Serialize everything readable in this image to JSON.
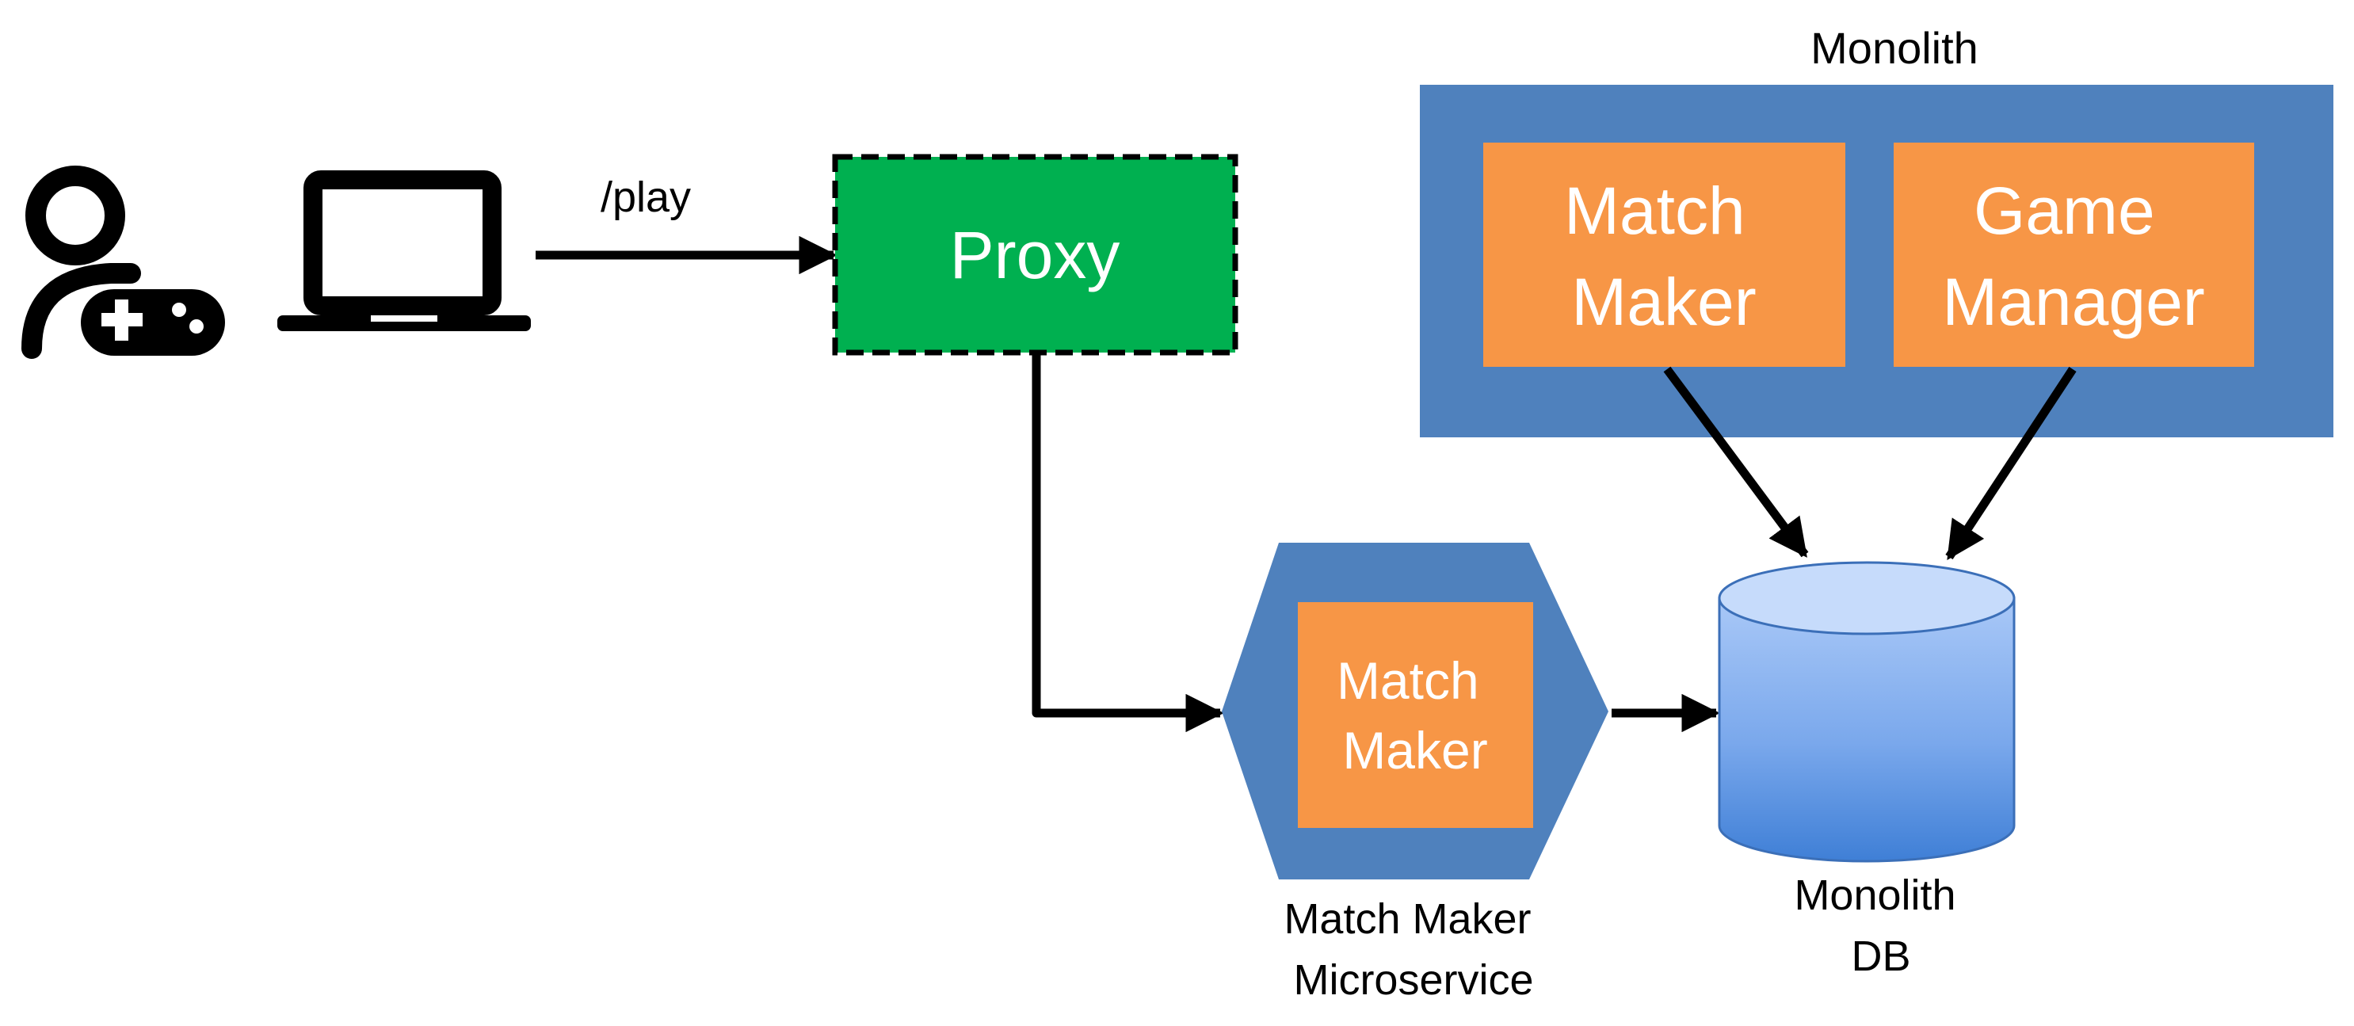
{
  "diagram": {
    "route_label": "/play",
    "proxy": {
      "label": "Proxy"
    },
    "monolith": {
      "title": "Monolith",
      "match_maker": {
        "line1": "Match",
        "line2": "Maker"
      },
      "game_manager": {
        "line1": "Game",
        "line2": "Manager"
      }
    },
    "microservice": {
      "inner_line1": "Match",
      "inner_line2": "Maker",
      "caption_line1": "Match Maker",
      "caption_line2": "Microservice"
    },
    "database": {
      "caption_line1": "Monolith",
      "caption_line2": "DB"
    },
    "icons": [
      "gamer-user-icon",
      "laptop-icon"
    ],
    "colors": {
      "proxy_green": "#00b050",
      "monolith_blue": "#4f81bd",
      "module_orange": "#f79646",
      "db_top": "#c6dbfb",
      "db_body_top": "#a7c7f7",
      "db_body_bottom": "#3f7fd6",
      "arrow": "#000000"
    }
  }
}
